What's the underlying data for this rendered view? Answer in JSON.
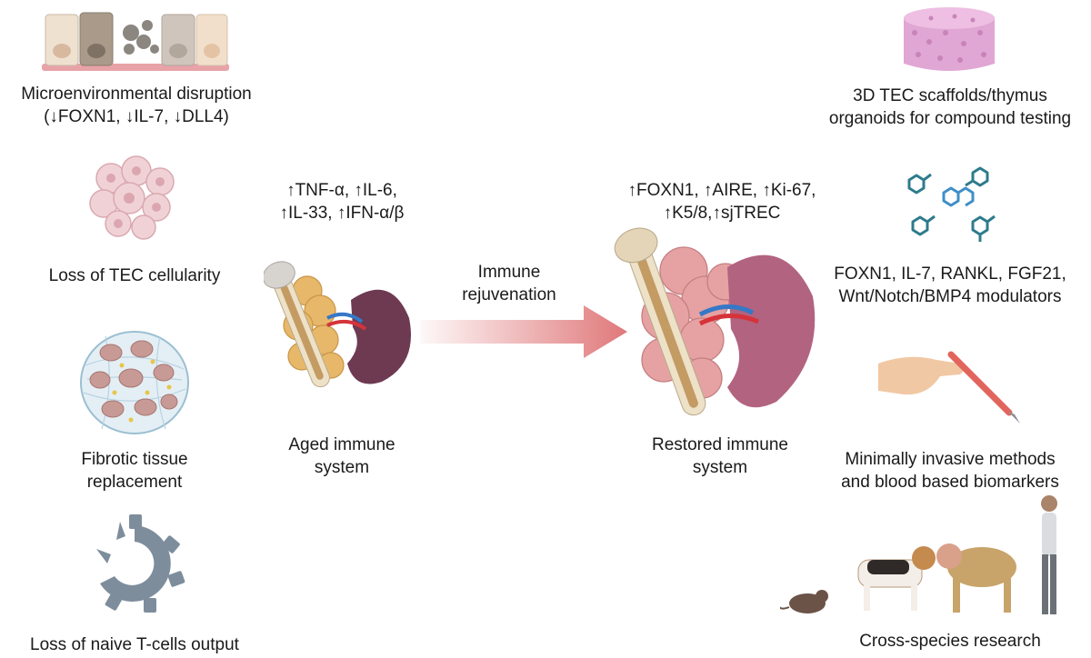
{
  "left": {
    "disruption": {
      "line1": "Microenvironmental disruption",
      "line2": "(↓FOXN1, ↓IL-7, ↓DLL4)"
    },
    "cellularity": "Loss of TEC cellularity",
    "fibrotic": {
      "line1": "Fibrotic tissue",
      "line2": "replacement"
    },
    "naive": "Loss of naive T-cells output"
  },
  "center": {
    "aged_markers": {
      "line1": "↑TNF-α, ↑IL-6,",
      "line2": "↑IL-33, ↑IFN-α/β"
    },
    "aged_label": {
      "line1": "Aged immune",
      "line2": "system"
    },
    "arrow_label": {
      "line1": "Immune",
      "line2": "rejuvenation"
    },
    "restored_markers": {
      "line1": "↑FOXN1, ↑AIRE, ↑Ki-67,",
      "line2": "↑K5/8,↑sjTREC"
    },
    "restored_label": {
      "line1": "Restored immune",
      "line2": "system"
    }
  },
  "right": {
    "scaffolds": {
      "line1": "3D TEC scaffolds/thymus",
      "line2": "organoids for compound testing"
    },
    "modulators": {
      "line1": "FOXN1, IL-7, RANKL, FGF21,",
      "line2": "Wnt/Notch/BMP4 modulators"
    },
    "methods": {
      "line1": "Minimally invasive methods",
      "line2": "and blood based biomarkers"
    },
    "species": "Cross-species research"
  },
  "colors": {
    "arrow": "#e0787a",
    "thymus_aged": "#e8b86a",
    "thymus_restored": "#e6a2a2",
    "spleen_aged": "#6e3a52",
    "spleen_restored": "#b2637f",
    "gear": "#7e8d9c",
    "molecule_teal": "#2e7b8c",
    "molecule_blue": "#3f8fc8",
    "scaffold": "#e0a6d4"
  }
}
